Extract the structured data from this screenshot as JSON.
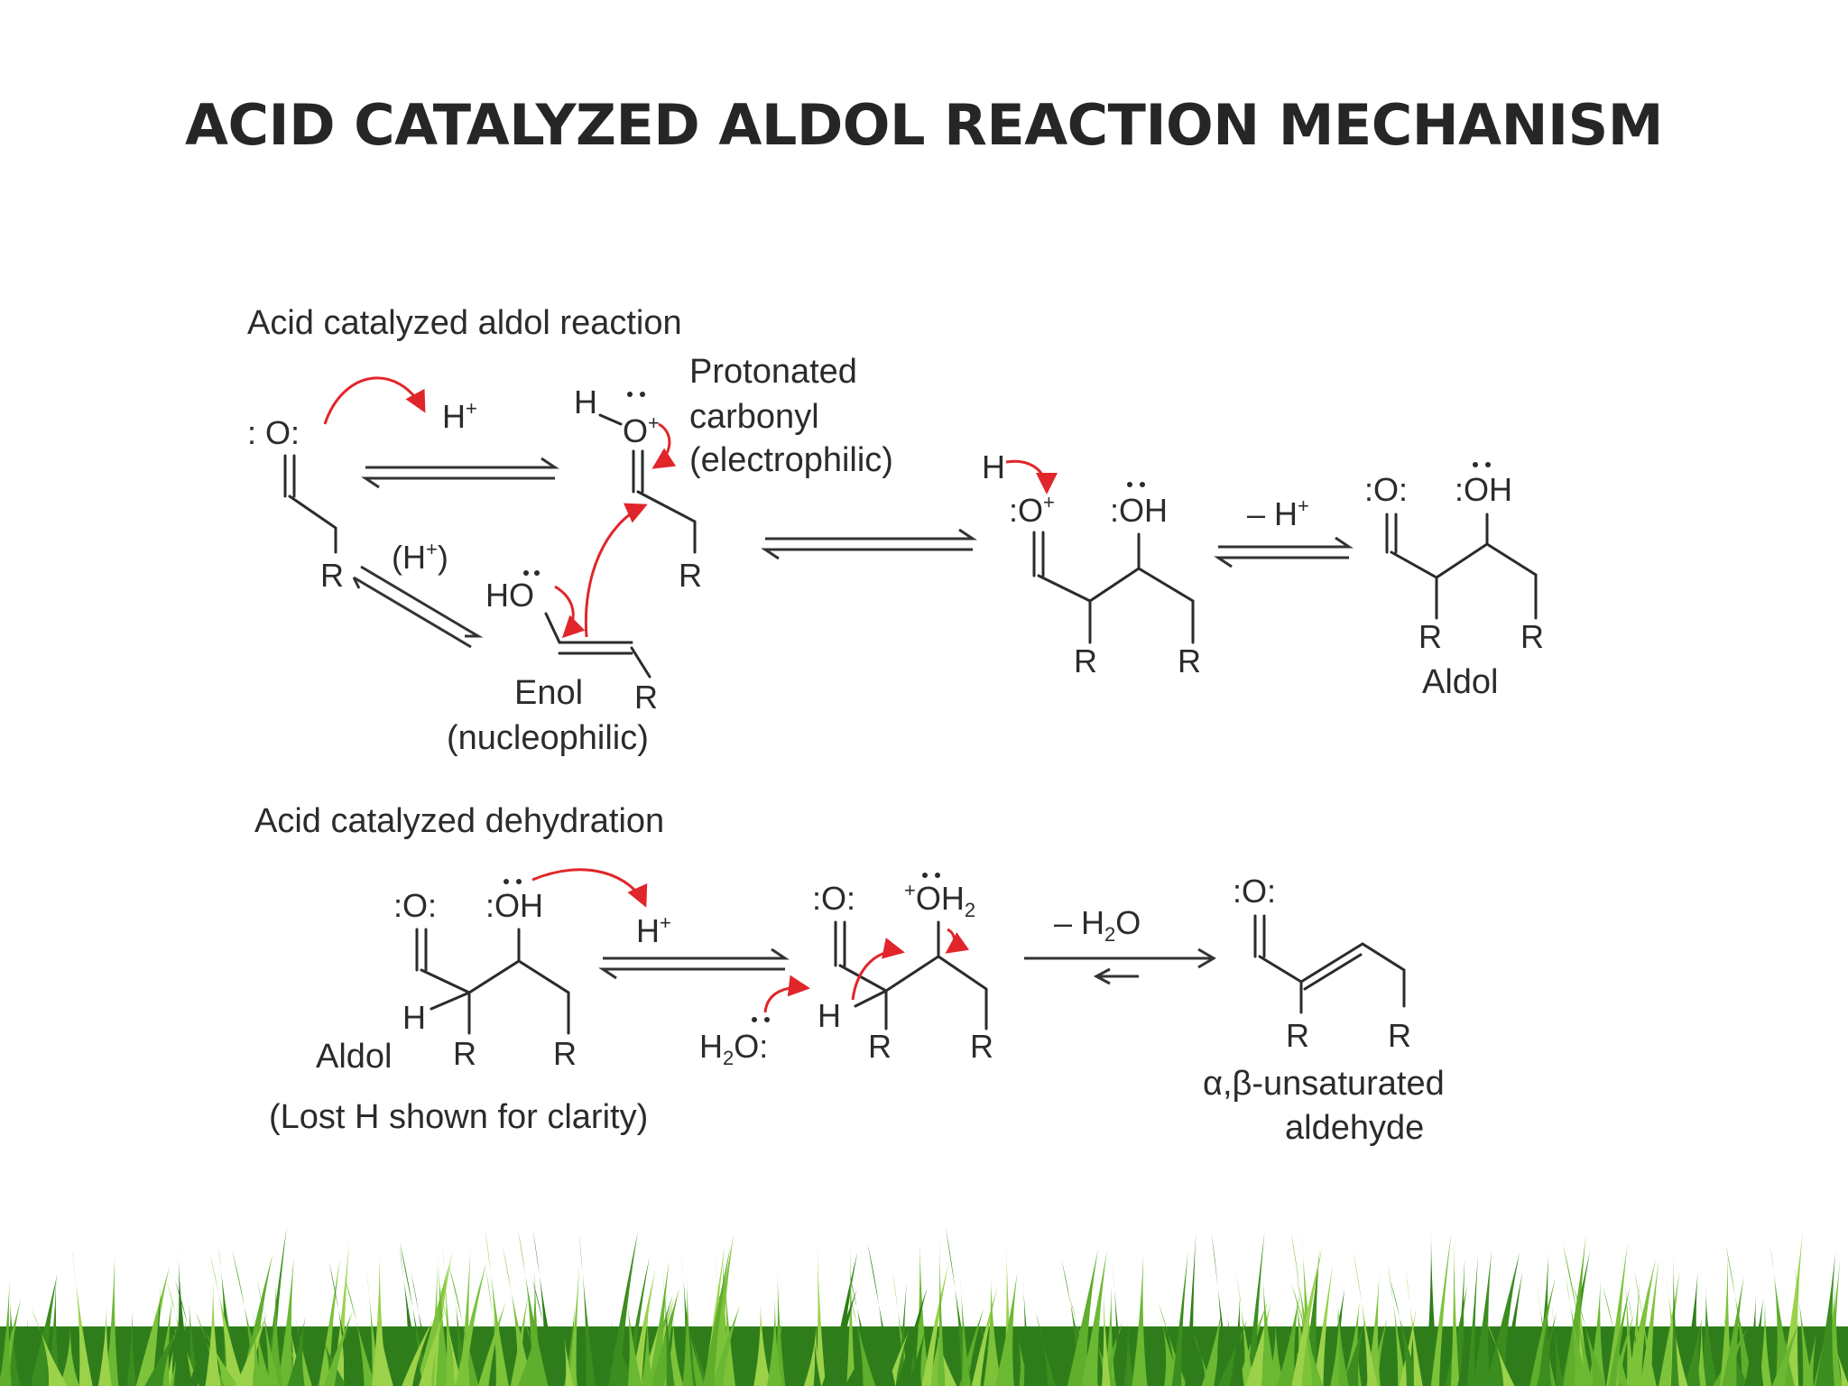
{
  "slide": {
    "title": "ACID CATALYZED ALDOL REACTION MECHANISM"
  },
  "colors": {
    "text": "#262626",
    "arrow_red": "#e0262b",
    "grass_light": "#7cc33a",
    "grass_dark": "#2f7d1a"
  },
  "part1": {
    "heading": "Acid catalyzed aldol reaction",
    "carbonyl_O": ": O:",
    "H_plus": "H",
    "H_plus_paren": "(H",
    "protonated_H": "H",
    "protonated_O": "O",
    "label_protonated_1": "Protonated",
    "label_protonated_2": "carbonyl",
    "label_protonated_3": "(electrophilic)",
    "R": "R",
    "enol_HO": "HO",
    "enol_label_1": "Enol",
    "enol_label_2": "(nucleophilic)",
    "intermediate_H": "H",
    "intermediate_O": ":O",
    "intermediate_OH": ":OH",
    "minus_H": "– H",
    "aldol_O": ":O:",
    "aldol_OH": ":OH",
    "aldol_label": "Aldol"
  },
  "part2": {
    "heading": "Acid catalyzed dehydration",
    "aldol_O": ":O:",
    "aldol_OH": ":OH",
    "H_plus": "H",
    "H_label": "H",
    "aldol_label": "Aldol",
    "R": "R",
    "note": "(Lost H shown for clarity)",
    "water_label": "H",
    "water_sub": "2",
    "water_O": "O:",
    "int_O": ":O:",
    "int_OH2": "OH",
    "int_OH2_sub": "2",
    "minus_water": "– H",
    "minus_water_sub": "2",
    "minus_water_O": "O",
    "prod_O": ":O:",
    "prod_label_1": "α,β-unsaturated",
    "prod_label_2": "aldehyde"
  }
}
